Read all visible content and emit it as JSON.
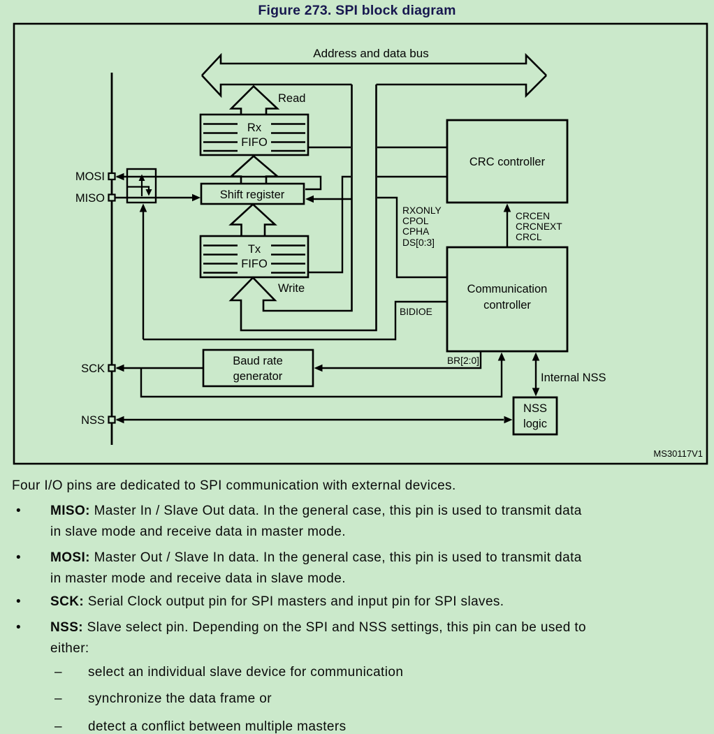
{
  "page": {
    "title": "Figure 273. SPI block diagram",
    "watermark": "MS30117V1",
    "colors": {
      "background": "#cbe9cb",
      "title": "#17174f",
      "line": "#000000"
    }
  },
  "diagram": {
    "bus_label": "Address and data bus",
    "read_label": "Read",
    "write_label": "Write",
    "boxes": {
      "rx_fifo_line1": "Rx",
      "rx_fifo_line2": "FIFO",
      "tx_fifo_line1": "Tx",
      "tx_fifo_line2": "FIFO",
      "shift_register": "Shift register",
      "crc_controller": "CRC controller",
      "comm_controller_line1": "Communication",
      "comm_controller_line2": "controller",
      "baud_line1": "Baud rate",
      "baud_line2": "generator",
      "nss_logic_line1": "NSS",
      "nss_logic_line2": "logic"
    },
    "pins": {
      "mosi": "MOSI",
      "miso": "MISO",
      "sck": "SCK",
      "nss": "NSS"
    },
    "signals": {
      "ctrl": [
        "RXONLY",
        "CPOL",
        "CPHA",
        "DS[0:3]"
      ],
      "crc": [
        "CRCEN",
        "CRCNEXT",
        "CRCL"
      ],
      "bidioe": "BIDIOE",
      "br": "BR[2:0]",
      "internal_nss": "Internal NSS"
    }
  },
  "body": {
    "intro": "Four I/O pins are dedicated to SPI communication with external devices.",
    "bullet_glyph": "•",
    "dash_glyph": "–",
    "bullets": [
      {
        "term": "MISO:",
        "line1": " Master In / Slave Out data. In the general case, this pin is used to transmit data",
        "line2": "in slave mode and receive data in master mode."
      },
      {
        "term": "MOSI:",
        "line1": " Master Out / Slave In data. In the general case, this pin is used to transmit data",
        "line2": "in master mode and receive data in slave mode."
      },
      {
        "term": "SCK:",
        "line1": " Serial Clock output pin for SPI masters and input pin for SPI slaves.",
        "line2": ""
      },
      {
        "term": "NSS:",
        "line1": " Slave select pin. Depending on the SPI and NSS settings, this pin can be used to",
        "line2": "either:"
      }
    ],
    "subbullets": [
      "select an individual slave device for communication",
      "synchronize the data frame or",
      "detect a conflict between multiple masters"
    ]
  }
}
